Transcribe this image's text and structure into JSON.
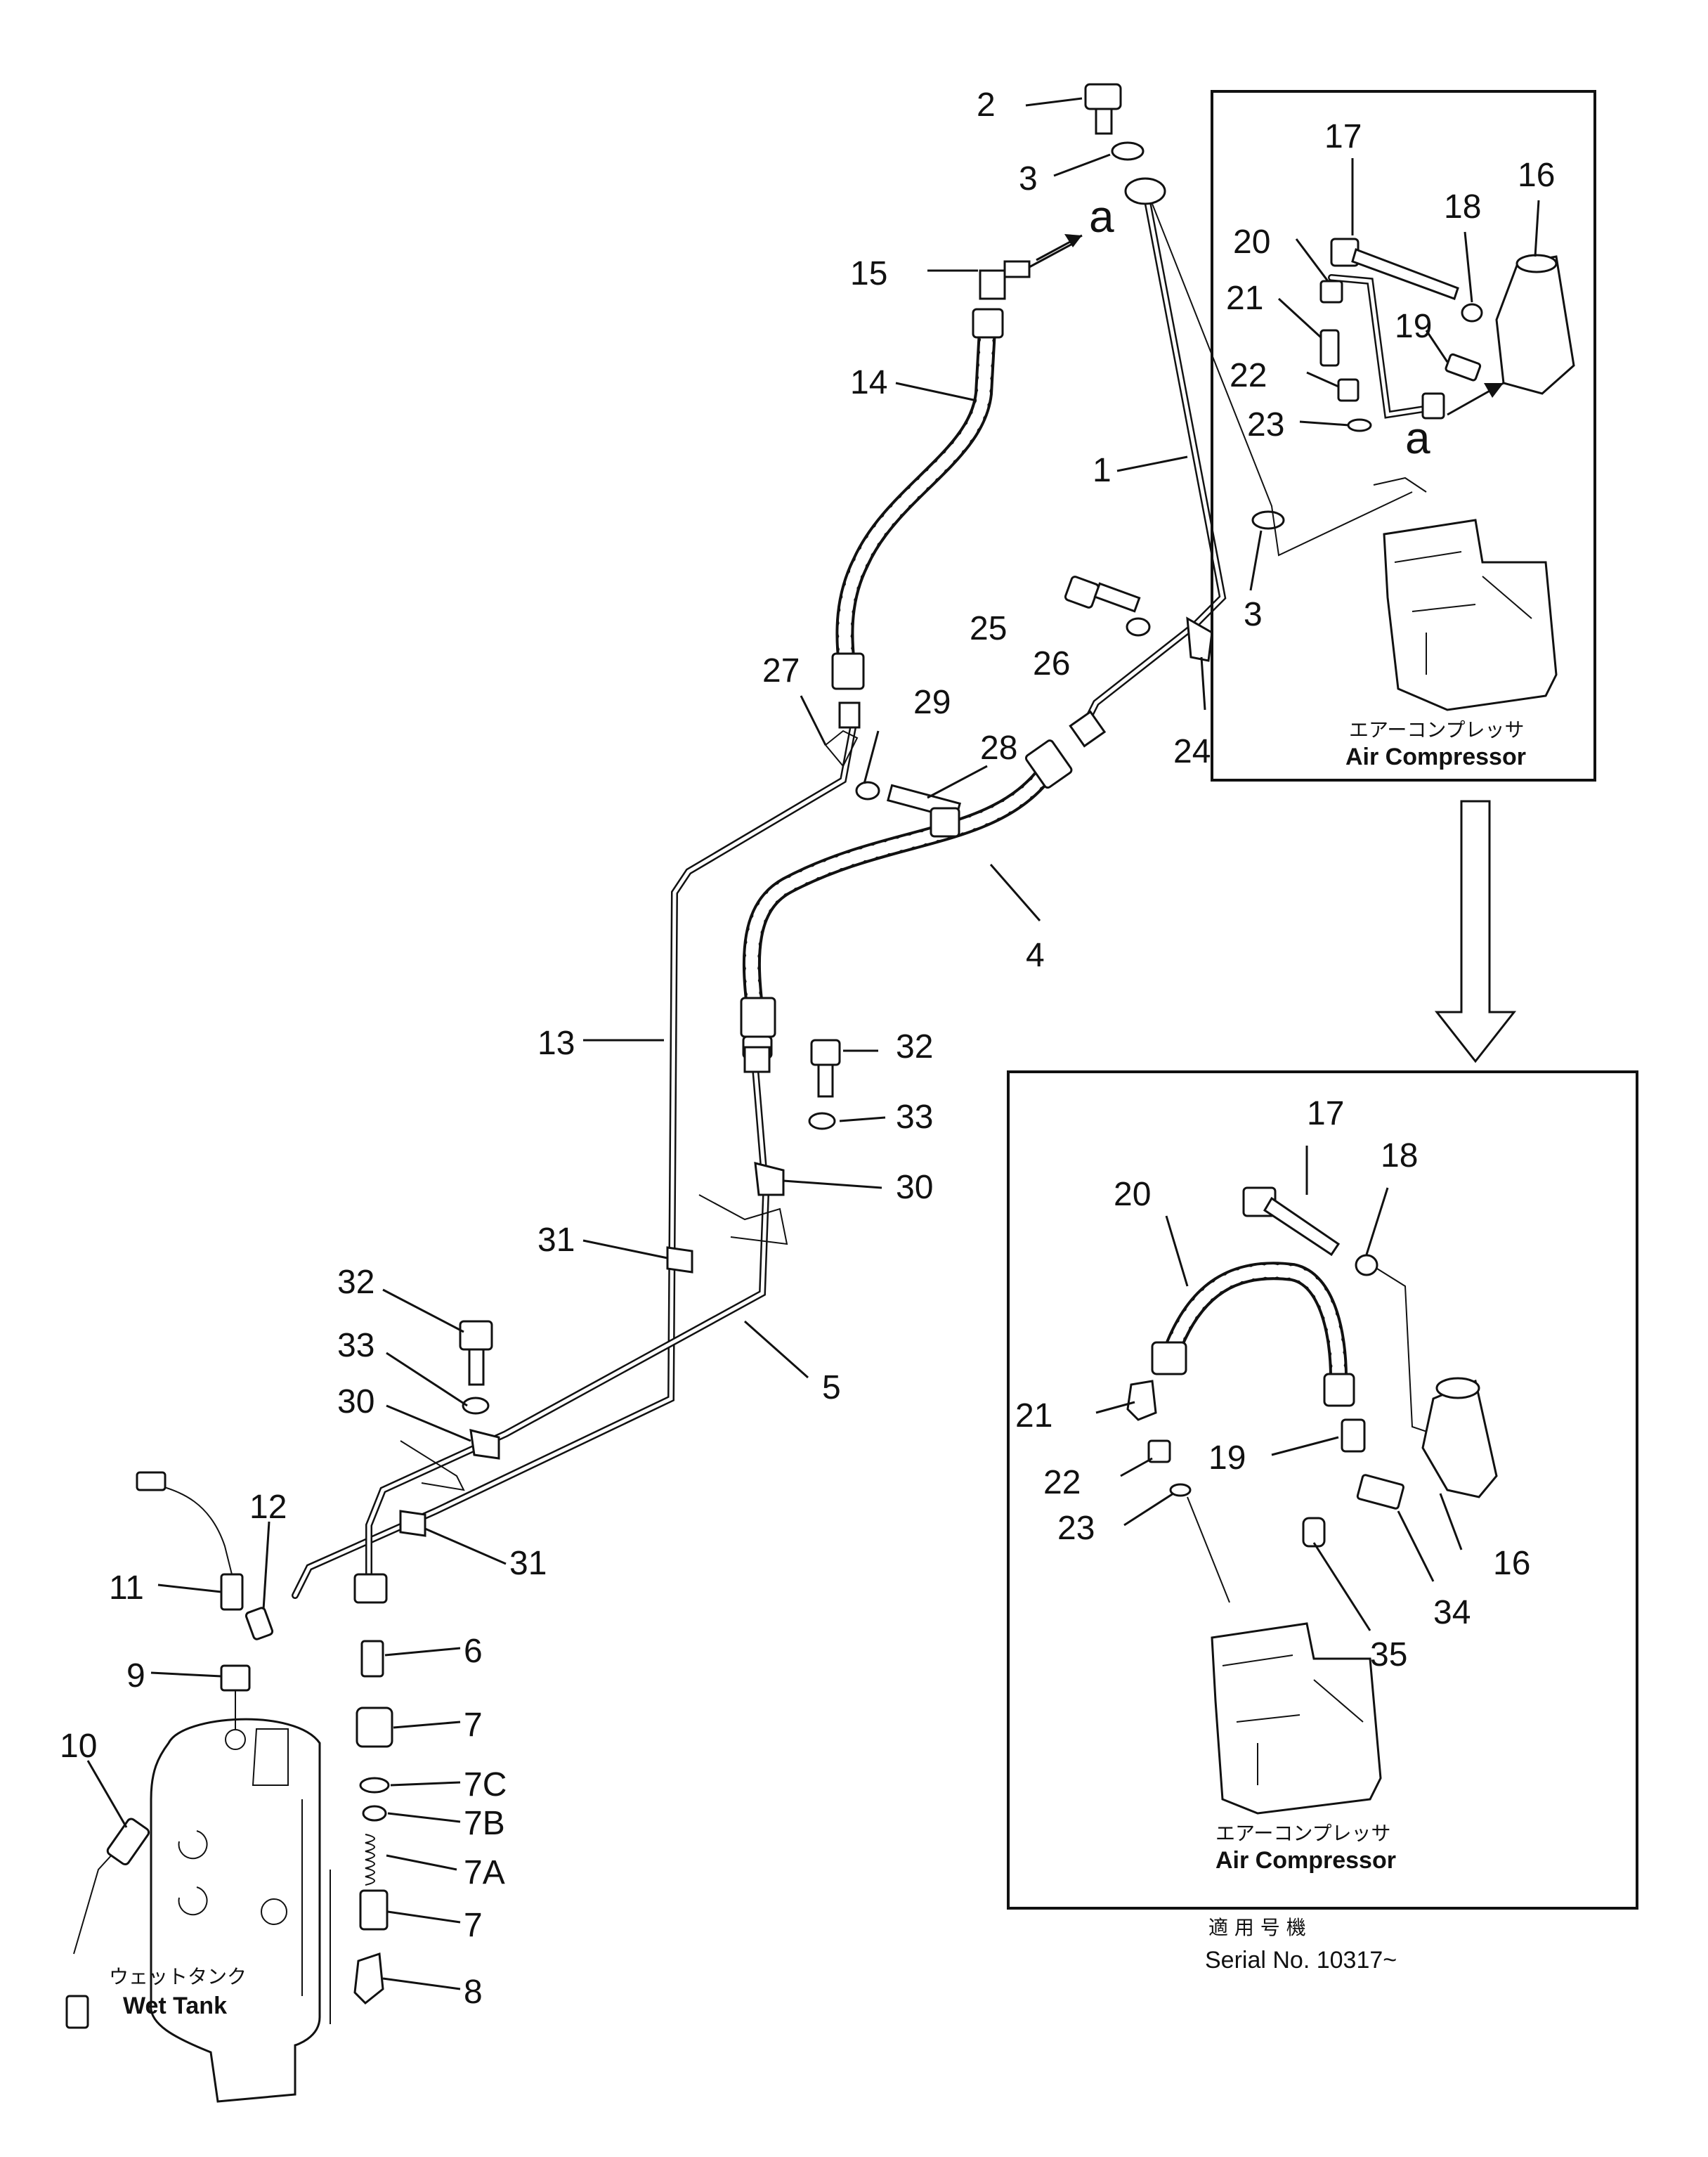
{
  "figure": {
    "callouts": [
      "1",
      "2",
      "3",
      "3",
      "4",
      "5",
      "6",
      "7",
      "7",
      "7C",
      "7B",
      "7A",
      "8",
      "9",
      "10",
      "11",
      "12",
      "13",
      "14",
      "15",
      "24",
      "25",
      "26",
      "27",
      "28",
      "29",
      "30",
      "30",
      "31",
      "31",
      "32",
      "32",
      "33",
      "33"
    ],
    "top_box_callouts": [
      "16",
      "17",
      "18",
      "19",
      "20",
      "21",
      "22",
      "23"
    ],
    "bottom_box_callouts": [
      "16",
      "17",
      "18",
      "19",
      "20",
      "21",
      "22",
      "23",
      "34",
      "35"
    ],
    "view_marker": "a",
    "compressor_jp": "エアーコンプレッサ",
    "compressor_en": "Air Compressor",
    "tank_jp": "ウェットタンク",
    "tank_en": "Wet Tank",
    "serial_jp": "適 用 号 機",
    "serial_en": "Serial No. 10317~"
  }
}
